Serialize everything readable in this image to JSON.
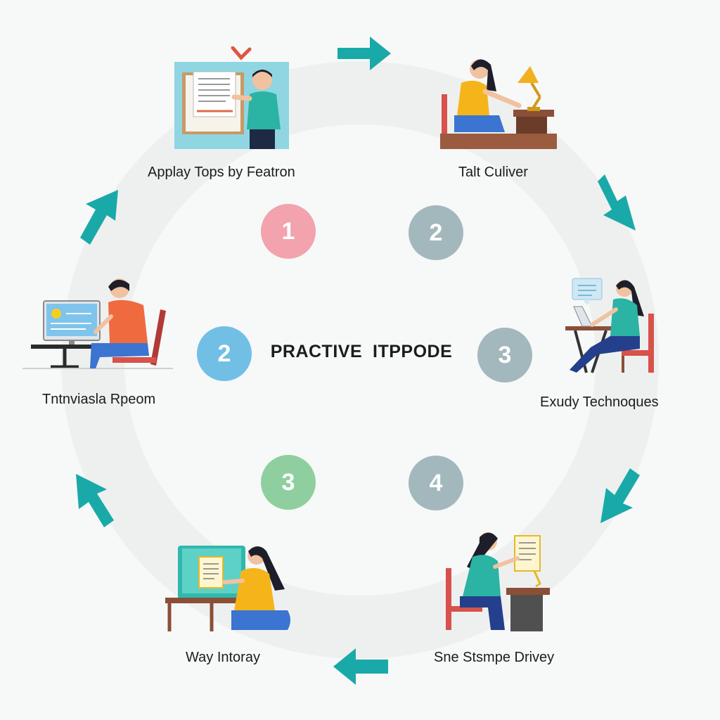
{
  "center_title": "PRACTIVE  ITPPODE",
  "colors": {
    "arrow": "#1aa9a9",
    "badge_pink": "#f2a3ae",
    "badge_gray": "#a3b8bd",
    "badge_blue": "#72bfe6",
    "badge_green": "#8fcf9f"
  },
  "badges": [
    {
      "number": "1",
      "color": "#f2a3ae"
    },
    {
      "number": "2",
      "color": "#a3b8bd"
    },
    {
      "number": "2",
      "color": "#72bfe6"
    },
    {
      "number": "3",
      "color": "#a3b8bd"
    },
    {
      "number": "3",
      "color": "#8fcf9f"
    },
    {
      "number": "4",
      "color": "#a3b8bd"
    }
  ],
  "steps": [
    {
      "label": "Applay Tops by Featron",
      "icon": "presentation-board-illustration"
    },
    {
      "label": "Talt Culiver",
      "icon": "desk-lamp-study-illustration"
    },
    {
      "label": "Exudy Technoques",
      "icon": "laptop-chat-illustration"
    },
    {
      "label": "Sne Stsmpe Drivey",
      "icon": "reading-desk-illustration"
    },
    {
      "label": "Way Intoray",
      "icon": "tablet-reading-illustration"
    },
    {
      "label": "Tntnviasla Rpeom",
      "icon": "computer-workstation-illustration"
    }
  ]
}
